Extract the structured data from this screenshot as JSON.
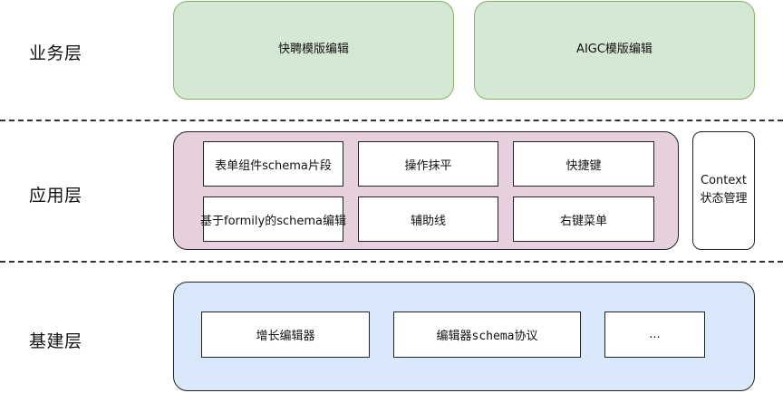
{
  "layers": {
    "business": {
      "label": "业务层",
      "modules": [
        "快聘模版编辑",
        "AIGC模版编辑"
      ]
    },
    "application": {
      "label": "应用层",
      "modules": [
        "表单组件schema片段",
        "操作抹平",
        "快捷键",
        "基于formily的schema编辑",
        "辅助线",
        "右键菜单"
      ],
      "context": {
        "line1": "Context",
        "line2": "状态管理"
      }
    },
    "infrastructure": {
      "label": "基建层",
      "modules": [
        "增长编辑器",
        "编辑器schema协议",
        "..."
      ]
    }
  },
  "colors": {
    "business_fill": "#d5e8d4",
    "business_border": "#82b366",
    "application_fill": "#e6d0de",
    "infrastructure_fill": "#dae8fc"
  }
}
